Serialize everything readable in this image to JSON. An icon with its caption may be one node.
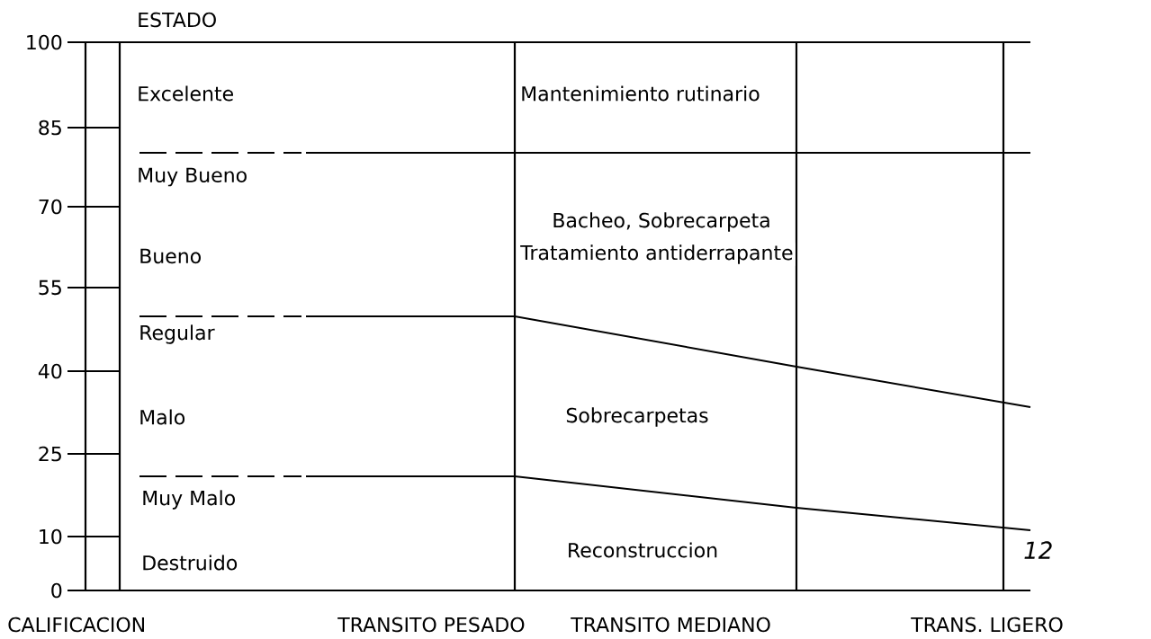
{
  "diagram": {
    "labels": [
      "ESTADO",
      "100",
      "Excelente",
      "Mantenimiento rutinario",
      "85",
      "Muy Bueno",
      "70",
      "Bacheo, Sobrecarpeta",
      "Bueno",
      "Tratamiento antiderrapante",
      "55",
      "Regular",
      "40",
      "Malo",
      "Sobrecarpetas",
      "25",
      "Muy Malo",
      "10",
      "Reconstruccion",
      "12",
      "Destruido",
      "0",
      "CALIFICACION",
      "TRANSITO PESADO",
      "TRANSITO MEDIANO",
      "TRANS. LIGERO"
    ]
  }
}
